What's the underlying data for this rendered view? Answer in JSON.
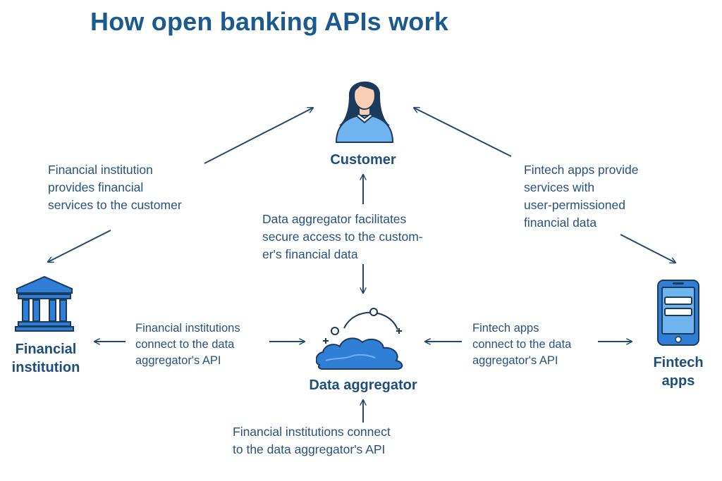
{
  "title": "How open banking APIs work",
  "colors": {
    "title": "#1a5a8f",
    "label": "#1d4f7c",
    "text": "#27527e",
    "arrow": "#23496f",
    "icon_blue": "#2f7fd6",
    "icon_light": "#6fb3ef",
    "icon_dark": "#1b3a5c"
  },
  "nodes": {
    "customer": {
      "label": "Customer",
      "icon": "person-icon"
    },
    "institution": {
      "label_line1": "Financial",
      "label_line2": "institution",
      "icon": "bank-building-icon"
    },
    "aggregator": {
      "label": "Data aggregator",
      "icon": "cloud-icon"
    },
    "fintech": {
      "label_line1": "Fintech",
      "label_line2": "apps",
      "icon": "smartphone-icon"
    }
  },
  "notes": {
    "institution_to_customer": [
      "Financial institution",
      "provides financial",
      "services to the customer"
    ],
    "fintech_to_customer": [
      "Fintech apps provide",
      "services with",
      "user-permissioned",
      "financial data"
    ],
    "aggregator_to_customer": [
      "Data aggregator facilitates",
      "secure access to the custom-",
      "er's financial data"
    ],
    "institution_to_aggregator": [
      "Financial institutions",
      "connect to the data",
      "aggregator's API"
    ],
    "fintech_to_aggregator": [
      "Fintech apps",
      "connect to the data",
      "aggregator's API"
    ],
    "bottom": [
      "Financial institutions connect",
      "to the data aggregator's API"
    ]
  }
}
